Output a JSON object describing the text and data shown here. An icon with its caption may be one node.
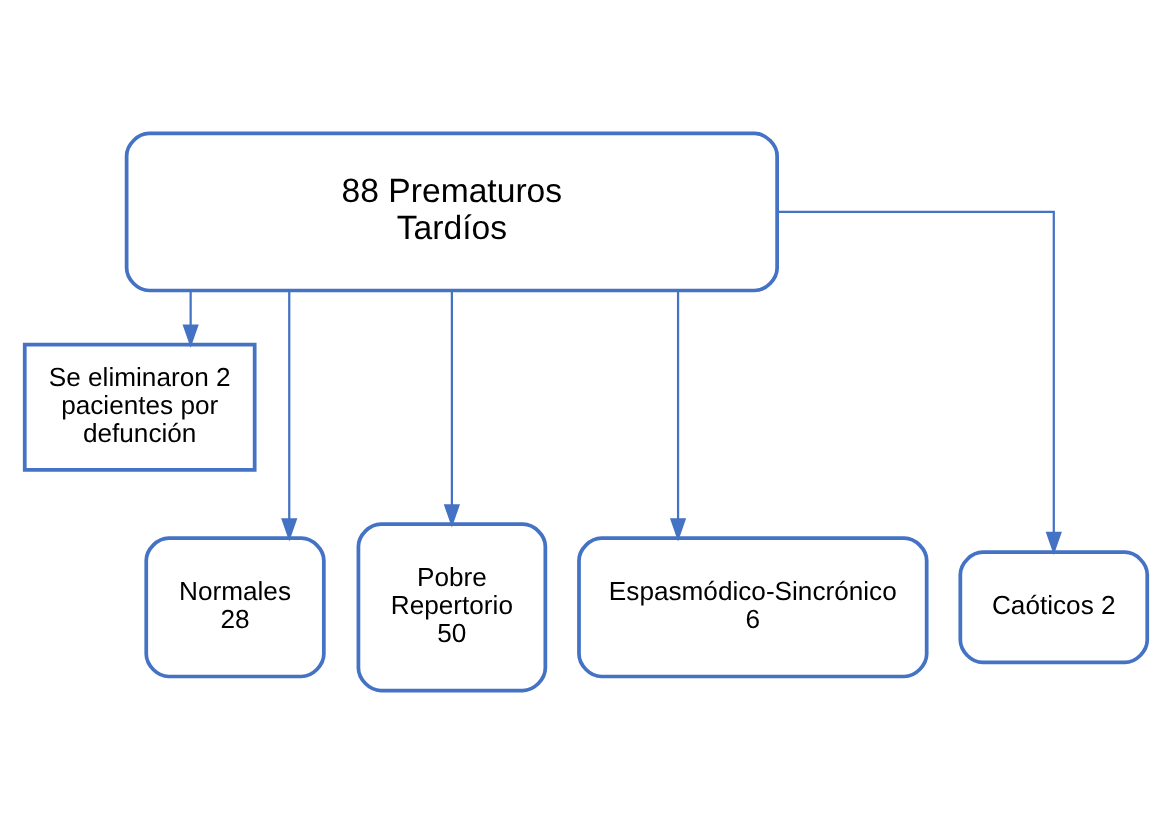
{
  "diagram": {
    "nodes": [
      {
        "text": [
          "88 Prematuros Tardíos"
        ]
      },
      {
        "text": [
          "Se eliminaron 2 pacientes por defunción"
        ]
      },
      {
        "text": [
          "Normales 28"
        ]
      },
      {
        "text": [
          "Pobre Repertorio 50"
        ]
      },
      {
        "text": [
          "Espasmódico-Sincrónico 6"
        ]
      },
      {
        "text": [
          "Caóticos 2"
        ]
      }
    ],
    "edges": [
      {
        "from": 0,
        "to": 1,
        "arrow": "to"
      },
      {
        "from": 0,
        "to": 2,
        "arrow": "to"
      },
      {
        "from": 0,
        "to": 3,
        "arrow": "to"
      },
      {
        "from": 0,
        "to": 4,
        "arrow": "to"
      },
      {
        "from": 0,
        "to": 5,
        "arrow": "to"
      }
    ]
  }
}
